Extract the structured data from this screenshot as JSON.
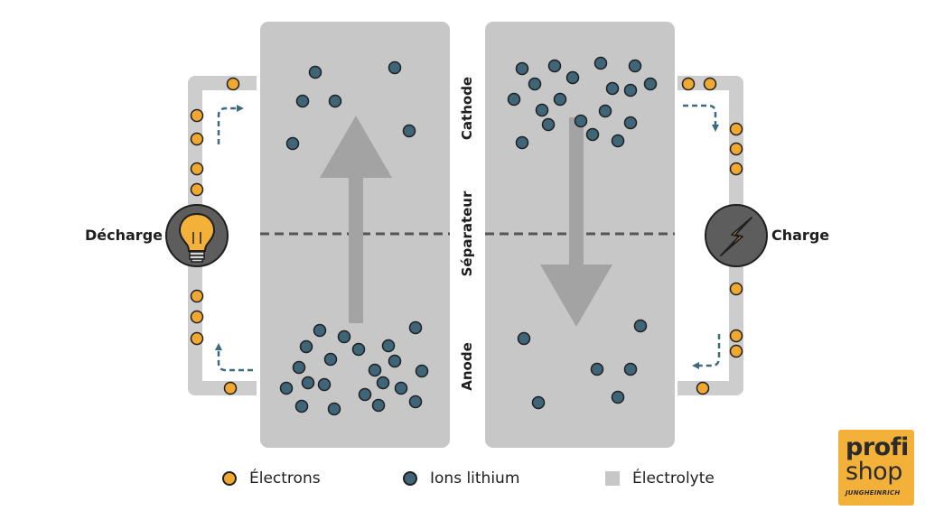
{
  "labels": {
    "discharge": "Décharge",
    "charge": "Charge",
    "cathode": "Cathode",
    "separator": "Séparateur",
    "anode": "Anode"
  },
  "legend": [
    {
      "key": "electrons",
      "label": "Électrons"
    },
    {
      "key": "ions",
      "label": "Ions lithium"
    },
    {
      "key": "electrolyte",
      "label": "Électrolyte"
    }
  ],
  "logo": {
    "line1": "profi",
    "line2": "shop",
    "brand": "JUNGHEINRICH"
  },
  "colors": {
    "electron": "#f0a830",
    "ion": "#3f6579",
    "electrolyte": "#c7c7c7",
    "wire": "#cdcdcd",
    "flow_arrow": "#3e6a80",
    "big_arrow": "#a3a3a3",
    "separator_line": "#555555",
    "device_circle": "#5d5d5d"
  },
  "icons": {
    "discharge_device": "lightbulb-icon",
    "charge_device": "lightning-bolt-icon"
  }
}
